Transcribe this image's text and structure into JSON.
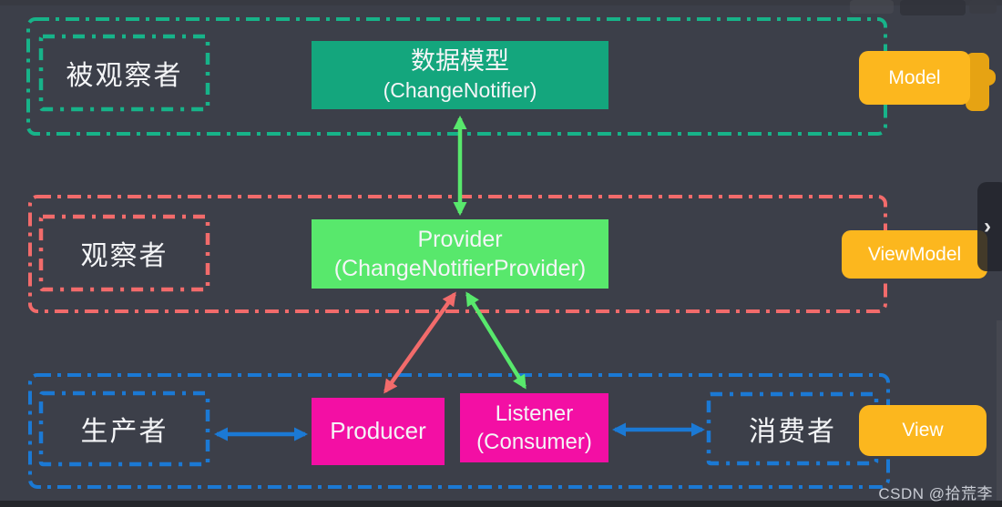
{
  "colors": {
    "bg": "#3c3f49",
    "teal": "#14a67d",
    "teal-dash": "#17b389",
    "green": "#58e86c",
    "red": "#f26b6b",
    "blue": "#1b79d4",
    "magenta": "#f30fa4",
    "yellow": "#fcb71e",
    "yellow-dark": "#e6a313",
    "panel": "#23252c",
    "wm": "#c9ccd4"
  },
  "rows": {
    "observable": {
      "group_label": "被观察者",
      "node_title": "数据模型",
      "node_subtitle": "(ChangeNotifier)",
      "tag": "Model"
    },
    "observer": {
      "group_label": "观察者",
      "node_title": "Provider",
      "node_subtitle": "(ChangeNotifierProvider)",
      "tag": "ViewModel"
    },
    "bottom": {
      "producer_group_label": "生产者",
      "producer_node": "Producer",
      "listener_title": "Listener",
      "listener_subtitle": "(Consumer)",
      "consumer_group_label": "消费者",
      "tag": "View"
    }
  },
  "side_panel": {
    "chevron": "›"
  },
  "watermark": "CSDN @拾荒李"
}
